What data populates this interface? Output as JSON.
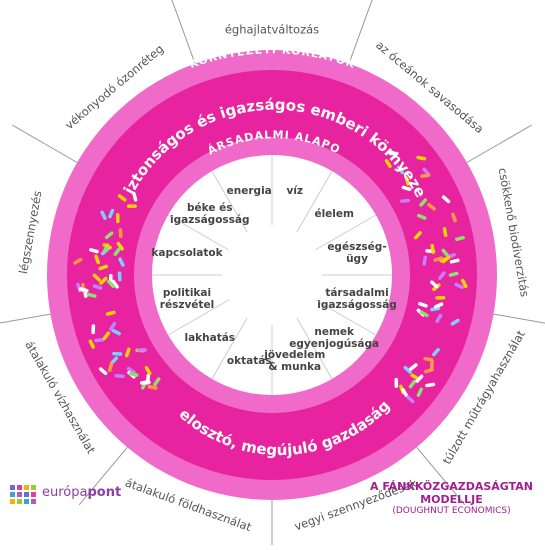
{
  "outer_ring_label": "KÖRNYEZETI KORLÁTOK",
  "inner_ring_label": "TÁRSADALMI ALAPOK",
  "upper_band_text": "biztonságos és igazságos emberi környezet",
  "lower_band_text": "elosztó, megújuló gazdaság",
  "ecological_ceiling": [
    "éghajlatváltozás",
    "az óceánok savasodása",
    "csökkenő biodiverzitás",
    "túlzott műtrágyahasználat",
    "vegyi szennyeződések",
    "átalakuló földhasználat",
    "átalakuló vízhasználat",
    "légszennyezés",
    "vékonyodó ózonréteg"
  ],
  "social_foundation": [
    "víz",
    "élelem",
    "egészség-\nügy",
    "társadalmi\nigazságosság",
    "nemek\negyenjogúsága",
    "jövedelem\n& munka",
    "oktatás",
    "lakhatás",
    "politikai\nrészvétel",
    "kapcsolatok",
    "béke és\nigazságosság",
    "energia"
  ],
  "logo": {
    "word1": "európa",
    "word2": "pont",
    "colors": [
      "#6b6bd6",
      "#e0409a",
      "#f5b300",
      "#9bc93c",
      "#3aa0e0",
      "#b05bc0"
    ]
  },
  "caption": {
    "line1": "A FÁNKKÖZGAZDASÁGTAN",
    "line2": "MODELLJE",
    "line3": "(DOUGHNUT ECONOMICS)"
  },
  "colors": {
    "outer_ring": "#f06ac9",
    "mid_ring": "#e8239f",
    "inner_ring": "#f06ac9",
    "core": "#ffffff",
    "divider": "#999999",
    "sprinkles": [
      "#f5d400",
      "#7bd0ff",
      "#ffffff",
      "#ff9b3d",
      "#8ee06f",
      "#c77dff"
    ]
  }
}
